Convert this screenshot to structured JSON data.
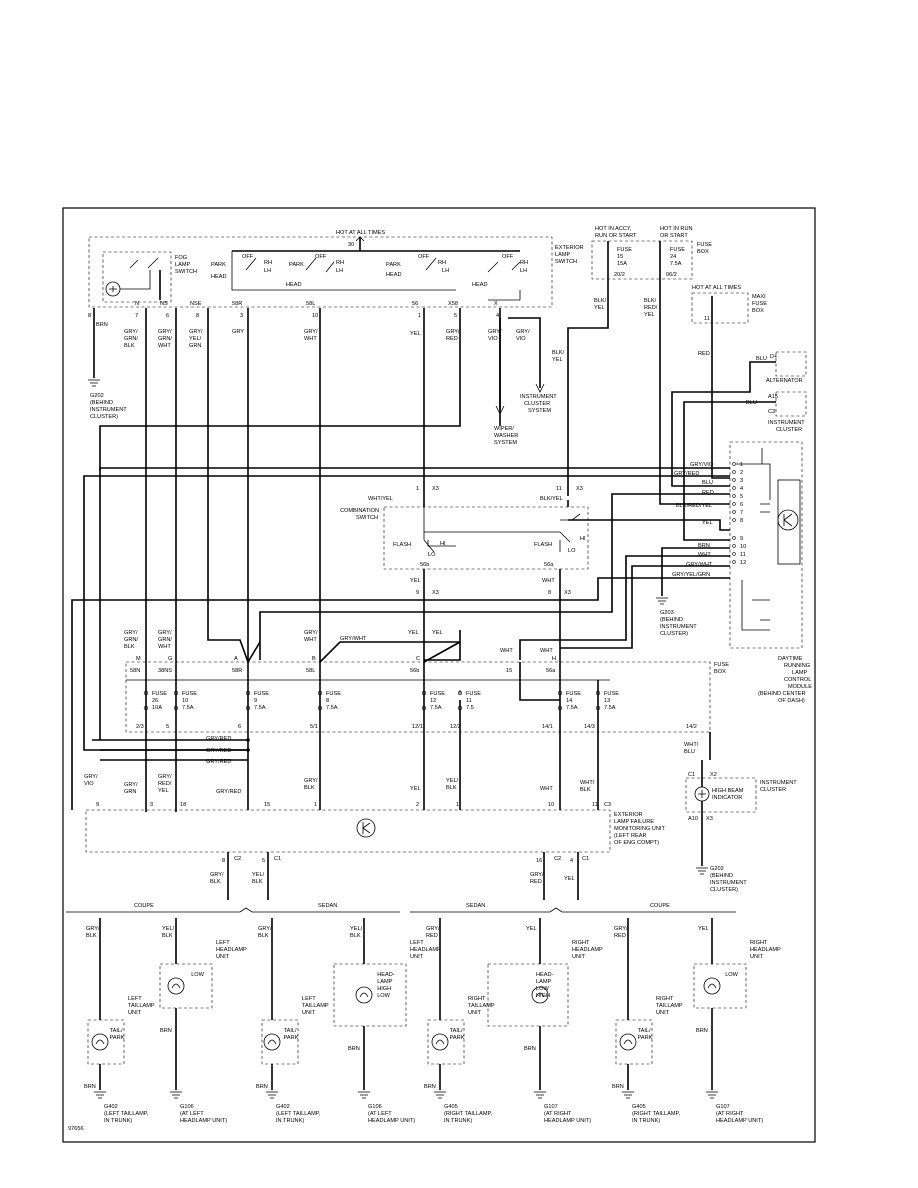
{
  "header": {
    "hot_at_all_times": "HOT AT ALL TIMES",
    "hot_accy": [
      "HOT IN ACCY,",
      "RUN OR START"
    ],
    "hot_run": [
      "HOT IN RUN",
      "OR START"
    ],
    "maxi_hot": "HOT AT ALL TIMES",
    "fuse_box": [
      "FUSE",
      "BOX"
    ],
    "maxi_fuse_box": [
      "MAXI",
      "FUSE",
      "BOX"
    ],
    "fuse15": [
      "FUSE",
      "15",
      "15A"
    ],
    "fuse24": [
      "FUSE",
      "24",
      "7.5A"
    ],
    "fuse11": "11",
    "pin_30": "30",
    "pin_2012": "20/2",
    "pin_062": "06/2"
  },
  "exterior_switch": {
    "title": [
      "EXTERIOR",
      "LAMP",
      "SWITCH"
    ],
    "fog_switch": [
      "FOG",
      "LAMP",
      "SWITCH"
    ],
    "contacts": [
      "PARK",
      "OFF",
      "RH",
      "LH",
      "HEAD",
      "PARK",
      "OFF",
      "RH",
      "LH",
      "PARK",
      "OFF",
      "RH",
      "LH",
      "HEAD",
      "HEAD",
      "OFF",
      "RH",
      "LH",
      "HEAD"
    ],
    "terminals": [
      "58R",
      "58L",
      "56",
      "X58",
      "X",
      "N",
      "NS",
      "NSE"
    ],
    "pins": [
      "8",
      "7",
      "6",
      "8",
      "3",
      "10",
      "1",
      "5",
      "4"
    ],
    "wires": [
      [
        "BRN"
      ],
      [
        "GRY/",
        "GRN/",
        "BLK"
      ],
      [
        "GRY/",
        "GRN/",
        "WHT"
      ],
      [
        "GRY/",
        "YEL/",
        "GRN"
      ],
      [
        "GRY"
      ],
      [
        "GRY/",
        "WHT"
      ],
      [
        "YEL"
      ],
      [
        "GRY/",
        "RED"
      ],
      [
        "GRY/",
        "VIO"
      ],
      [
        "GRY/",
        "VIO"
      ]
    ],
    "ground": [
      "G202",
      "(BEHIND",
      "INSTRUMENT",
      "CLUSTER)"
    ]
  },
  "fuse_box_feed": {
    "blk_yel": [
      "BLK/",
      "YEL"
    ],
    "blk_red_yel": [
      "BLK/",
      "RED/",
      "YEL"
    ],
    "blk_yel2": [
      "BLK/",
      "YEL"
    ],
    "red": "RED"
  },
  "alternator": {
    "label": "ALTERNATOR",
    "pin": "D+",
    "wire": "BLU"
  },
  "instrument_cluster_top": {
    "label": [
      "INSTRUMENT",
      "CLUSTER"
    ],
    "pin": "A15",
    "conn": "C3",
    "wire": "BLU"
  },
  "instrument_cluster_system": [
    "INSTRUMENT",
    "CLUSTER",
    "SYSTEM"
  ],
  "wiper_system": [
    "WIPER/",
    "WASHER",
    "SYSTEM"
  ],
  "combination_switch": {
    "title": [
      "COMBINATION",
      "SWITCH"
    ],
    "labels": [
      "FLASH",
      "LO",
      "HI",
      "FLASH",
      "LO",
      "HI"
    ],
    "terminals": [
      "56b",
      "56a"
    ],
    "top_wires": [
      "WHT/YEL",
      "BLK/YEL"
    ],
    "top_pins": [
      "1",
      "X3",
      "11",
      "X3"
    ],
    "bottom_wires": [
      "YEL",
      "WHT"
    ],
    "bottom_pins": [
      "9",
      "X3",
      "8",
      "X3"
    ]
  },
  "drl_module": {
    "title": [
      "DAYTIME",
      "RUNNING",
      "LAMP",
      "CONTROL",
      "MODULE",
      "(BEHIND CENTER",
      "OF DASH)"
    ],
    "pins": [
      "1",
      "2",
      "3",
      "4",
      "5",
      "6",
      "7",
      "8",
      "9",
      "10",
      "11",
      "12"
    ],
    "wires": [
      "GRY/VIO",
      "GRY/RED",
      "BLU",
      "RED",
      "BLK/RED/YEL",
      "YEL",
      "BRN",
      "WHT",
      "GRY/WHT",
      "GRY/YEL/GRN"
    ],
    "ground": [
      "G203",
      "(BEHIND",
      "INSTRUMENT",
      "CLUSTER)"
    ]
  },
  "main_fuse_box": {
    "title": [
      "FUSE",
      "BOX"
    ],
    "top_wires": [
      [
        "GRY/",
        "GRN/",
        "BLK"
      ],
      [
        "GRY/",
        "GRN/",
        "WHT"
      ],
      [
        "GRY/",
        "WHT"
      ],
      [
        "GRY/WHT"
      ],
      [
        "YEL"
      ],
      [
        "YEL"
      ],
      [
        "WHT"
      ],
      [
        "WHT"
      ]
    ],
    "top_terminals": [
      "M",
      "G",
      "A",
      "B",
      "C",
      "H",
      "15"
    ],
    "inner_terminals": [
      "58N",
      "38NS",
      "58R",
      "58L",
      "56b",
      "56a"
    ],
    "fuses": [
      [
        "FUSE",
        "26",
        "10A"
      ],
      [
        "FUSE",
        "10",
        "7.5A"
      ],
      [
        "FUSE",
        "9",
        "7.5A"
      ],
      [
        "FUSE",
        "8",
        "7.5A"
      ],
      [
        "FUSE",
        "12",
        "7.5A"
      ],
      [
        "FUSE",
        "11",
        "7.5"
      ],
      [
        "FUSE",
        "14",
        "7.5A"
      ],
      [
        "FUSE",
        "13",
        "7.5A"
      ]
    ],
    "bottom_pins": [
      "2/3",
      "5",
      "6",
      "5/1",
      "12/1",
      "12/2",
      "14/1",
      "14/3",
      "14/2"
    ]
  },
  "lamp_failure": {
    "title": [
      "EXTERIOR",
      "LAMP FAILURE",
      "MONITORING UNIT",
      "(LEFT REAR",
      "OF ENG COMPT)"
    ],
    "side_wires": [
      "GRY/RED",
      "GRY/RED",
      "GRY/RED"
    ],
    "in_wires": [
      [
        "GRY/",
        "VIO"
      ],
      [
        "GRY/",
        "GRN"
      ],
      [
        "GRY/",
        "RED/",
        "YEL"
      ],
      [
        "GRY/RED"
      ],
      [
        "GRY/",
        "BLK"
      ],
      [
        "YEL"
      ],
      [
        "YEL/",
        "BLK"
      ],
      [
        "WHT"
      ],
      [
        "WHT/",
        "BLK"
      ]
    ],
    "in_pins": [
      "9",
      "3",
      "18",
      "15",
      "1",
      "2",
      "1",
      "10",
      "11",
      "C3"
    ],
    "out_pins": [
      "8",
      "C2",
      "5",
      "C1",
      "16",
      "C2",
      "4",
      "C1"
    ],
    "out_wires": [
      [
        "GRY/",
        "BLK"
      ],
      [
        "YEL/",
        "BLK"
      ],
      [
        "GRY/",
        "RED"
      ],
      [
        "YEL"
      ]
    ]
  },
  "instrument_cluster_bottom": {
    "title": [
      "INSTRUMENT",
      "CLUSTER"
    ],
    "indicator": [
      "HIGH BEAM",
      "INDICATOR"
    ],
    "pins": [
      "C1",
      "X2",
      "A10",
      "X3"
    ],
    "wire": [
      "WHT/",
      "BLU"
    ],
    "ground": [
      "G202",
      "(BEHIND",
      "INSTRUMENT",
      "CLUSTER)"
    ]
  },
  "sections": [
    "COUPE",
    "SEDAN",
    "SEDAN",
    "COUPE"
  ],
  "lamps": [
    {
      "name": [
        "LEFT",
        "TAILLAMP",
        "UNIT"
      ],
      "bulb": [
        "TAIL/",
        "PARK"
      ],
      "wire_in": [
        "GRY/",
        "BLK"
      ],
      "wire_out": "BRN",
      "ground": [
        "G402",
        "(LEFT TAILLAMP,",
        "IN TRUNK)"
      ]
    },
    {
      "name": [
        "LEFT",
        "HEADLAMP",
        "UNIT"
      ],
      "bulb": [
        "LOW"
      ],
      "wire_in": [
        "YEL/",
        "BLK"
      ],
      "wire_out": "BRN",
      "ground": [
        "G106",
        "(AT LEFT",
        "HEADLAMP UNIT)"
      ]
    },
    {
      "name": [
        "LEFT",
        "TAILLAMP",
        "UNIT"
      ],
      "bulb": [
        "TAIL/",
        "PARK"
      ],
      "wire_in": [
        "GRY/",
        "BLK"
      ],
      "wire_out": "BRN",
      "ground": [
        "G402",
        "(LEFT TAILLAMP,",
        "IN TRUNK)"
      ]
    },
    {
      "name": [
        "LEFT",
        "HEADLAMP",
        "UNIT"
      ],
      "bulb": [
        "HEAD-",
        "LAMP",
        "HIGH",
        "LOW"
      ],
      "wire_in": [
        "YEL/",
        "BLK"
      ],
      "wire_out": "BRN",
      "ground": [
        "G106",
        "(AT LEFT",
        "HEADLAMP UNIT)"
      ]
    },
    {
      "name": [
        "RIGHT",
        "TAILLAMP",
        "UNIT"
      ],
      "bulb": [
        "TAIL/",
        "PARK"
      ],
      "wire_in": [
        "GRY/",
        "RED"
      ],
      "wire_out": "BRN",
      "ground": [
        "G405",
        "(RIGHT TAILLAMP,",
        "IN TRUNK)"
      ]
    },
    {
      "name": [
        "RIGHT",
        "HEADLAMP",
        "UNIT"
      ],
      "bulb": [
        "HEAD-",
        "LAMP",
        "LOW",
        "HIGH"
      ],
      "wire_in": [
        "YEL"
      ],
      "wire_out": "BRN",
      "ground": [
        "G107",
        "(AT RIGHT",
        "HEADLAMP UNIT)"
      ]
    },
    {
      "name": [
        "RIGHT",
        "TAILLAMP",
        "UNIT"
      ],
      "bulb": [
        "TAIL/",
        "PARK"
      ],
      "wire_in": [
        "GRY/",
        "RED"
      ],
      "wire_out": "BRN",
      "ground": [
        "G405",
        "(RIGHT TAILLAMP,",
        "IN TRUNK)"
      ]
    },
    {
      "name": [
        "RIGHT",
        "HEADLAMP",
        "UNIT"
      ],
      "bulb": [
        "LOW"
      ],
      "wire_in": [
        "YEL"
      ],
      "wire_out": "BRN",
      "ground": [
        "G107",
        "(AT RIGHT",
        "HEADLAMP UNIT)"
      ]
    }
  ],
  "figure_id": "97656"
}
